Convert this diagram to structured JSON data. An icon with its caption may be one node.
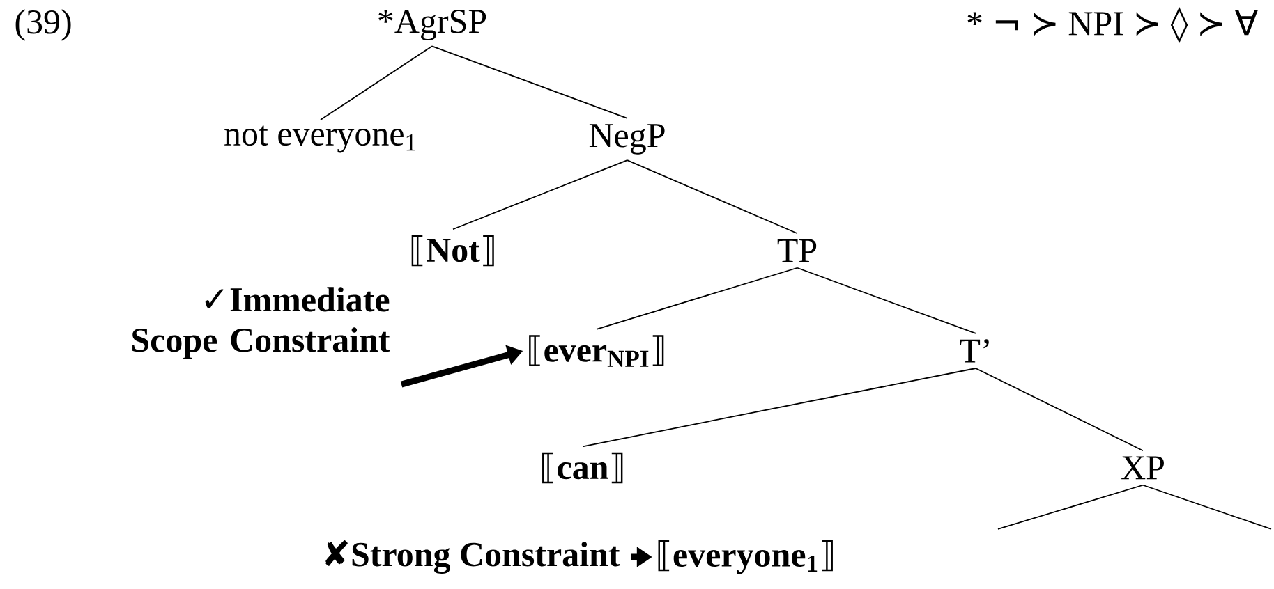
{
  "diagram": {
    "nodes": [
      {
        "text": [
          "*AgrSP"
        ]
      },
      {
        "text": [
          "not everyone$_{1}$"
        ]
      },
      {
        "text": [
          "NegP"
        ]
      },
      {
        "text": [
          "⟦**Not**⟧"
        ]
      },
      {
        "text": [
          "TP"
        ]
      },
      {
        "text": [
          "✓Immediate Scope Constraint"
        ]
      },
      {
        "text": [
          "⟦**ever$_{NPI}$**⟧"
        ]
      },
      {
        "text": [
          "T’"
        ]
      },
      {
        "text": [
          "⟦**can**⟧"
        ]
      },
      {
        "text": [
          "XP"
        ]
      },
      {
        "text": [
          "✘Strong Constraint"
        ]
      },
      {
        "text": [
          "⟦**everyone$_{1}$**⟧"
        ]
      }
    ],
    "edges": [
      {
        "from": 0,
        "to": 1,
        "arrow": "none"
      },
      {
        "from": 0,
        "to": 2,
        "arrow": "none"
      },
      {
        "from": 2,
        "to": 3,
        "arrow": "none"
      },
      {
        "from": 2,
        "to": 4,
        "arrow": "none"
      },
      {
        "from": 4,
        "to": 6,
        "arrow": "none"
      },
      {
        "from": 4,
        "to": 7,
        "arrow": "none"
      },
      {
        "from": 7,
        "to": 8,
        "arrow": "none"
      },
      {
        "from": 7,
        "to": 9,
        "arrow": "none"
      },
      {
        "from": 9,
        "to": null,
        "arrow": "none"
      },
      {
        "from": 9,
        "to": null,
        "arrow": "none"
      },
      {
        "from": 5,
        "to": 6,
        "arrow": "to",
        "style": "thick"
      },
      {
        "from": 10,
        "to": 11,
        "arrow": "to",
        "style": "thick"
      }
    ],
    "labels": [
      "(39)",
      "* ¬ ≻ NPI ≻ ◊ ≻ ∀"
    ]
  }
}
